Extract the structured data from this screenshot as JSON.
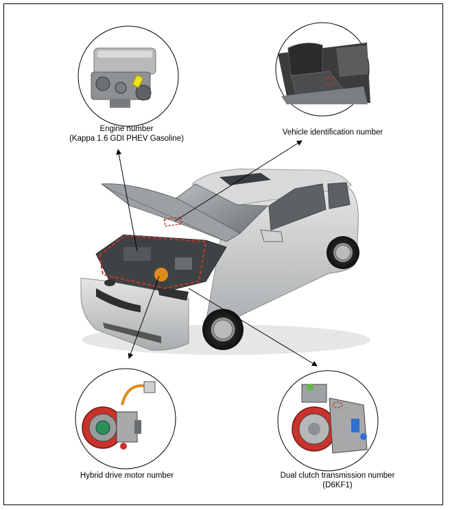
{
  "labels": {
    "engine": {
      "line1": "Engine number",
      "line2": "(Kappa 1.6 GDI PHEV Gasoline)"
    },
    "vin": {
      "line1": "Vehicle identification number"
    },
    "motor": {
      "line1": "Hybrid drive motor number"
    },
    "transmission": {
      "line1": "Dual clutch transmission number",
      "line2": "(D6KF1)"
    }
  },
  "colors": {
    "callout_dash": "#c0392b",
    "car_body": "#c8cacc",
    "arrow": "#000000"
  },
  "icons": {
    "engine": "engine-illustration",
    "vin": "seat-floor-illustration",
    "motor": "hybrid-motor-illustration",
    "transmission": "transmission-illustration",
    "car": "suv-open-hood-illustration"
  }
}
